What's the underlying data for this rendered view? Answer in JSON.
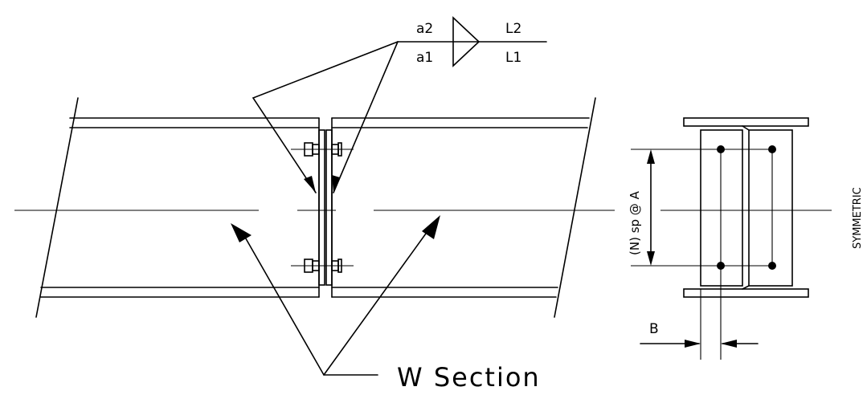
{
  "weld_symbol": {
    "top_size": "a2",
    "bottom_size": "a1",
    "top_length": "L2",
    "bottom_length": "L1"
  },
  "labels": {
    "member": "W Section",
    "bolt_spacing": "(N) sp @ A",
    "edge_distance": "B",
    "symmetry": "SYMMETRIC"
  },
  "colors": {
    "line": "#000000",
    "background": "#ffffff"
  }
}
